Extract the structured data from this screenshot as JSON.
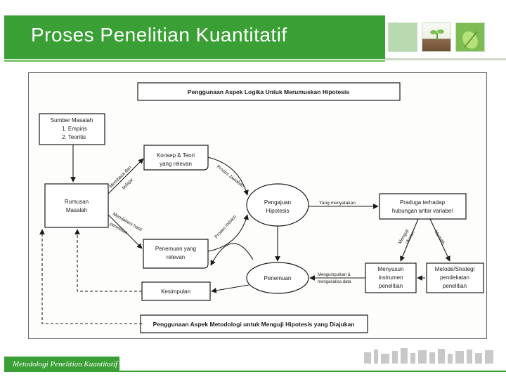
{
  "slide": {
    "title": "Proses Penelitian Kuantitatif",
    "footer": "Metodologi Penelitian Kuantitatif"
  },
  "diagram": {
    "top_banner": "Penggunaan Aspek Logika Untuk Merumuskan Hipotesis",
    "bottom_banner": "Penggunaan Aspek Metodologi untuk Menguji Hipotesis yang Diajukan",
    "sumber_masalah": [
      "Sumber Masalah",
      "1. Empiris",
      "2. Teoritis"
    ],
    "rumusan_masalah": [
      "Rumusan",
      "Masalah"
    ],
    "konsep_teori": [
      "Konsep & Teori",
      "yang relevan"
    ],
    "penemuan_relevan": [
      "Penemuan yang",
      "relevan"
    ],
    "kesimpulan": "Kesimpulan",
    "pengajuan_hipotesis": [
      "Pengajuan",
      "Hipotesis"
    ],
    "penemuan": "Penemuan",
    "praduga": [
      "Praduga terhadap",
      "hubungan antar variabel"
    ],
    "menyusun_instrumen": [
      "Menyusun",
      "instrumen",
      "penelitian"
    ],
    "metode_strategi": [
      "Metode/Strategi",
      "pendekatan",
      "penelitian"
    ],
    "edge_labels": {
      "membaca_dan_belajar": [
        "Membaca dan",
        "belajar"
      ],
      "mencari_jawaban": "Proses Jawaban",
      "mendalami_hasil": [
        "Mendalami hasil",
        "penelitian"
      ],
      "proses_induksi": "Proses induksi",
      "yang_menyatakan": "Yang menyatakan",
      "menguji_ukuran": [
        "Menguji",
        "ukuran"
      ],
      "memilih": "Memilih",
      "mengumpulkan": [
        "Mengumpulkan &",
        "menganalisa data"
      ]
    }
  }
}
